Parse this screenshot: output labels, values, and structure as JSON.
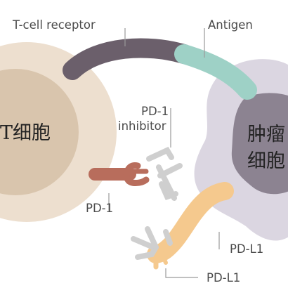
{
  "labels": {
    "t_cell_receptor": "T-cell receptor",
    "antigen": "Antigen",
    "pd1_inhibitor_line1": "PD-1",
    "pd1_inhibitor_line2": "inhibitor",
    "pd1": "PD-1",
    "pdl1_upper": "PD-L1",
    "pdl1_lower": "PD-L1"
  },
  "cells": {
    "t_cell": "T细胞",
    "tumor_cell_line1": "肿瘤",
    "tumor_cell_line2": "细胞"
  },
  "colors": {
    "t_cell": "#eddfcf",
    "t_cell_nucleus": "#d9c5ad",
    "tumor_cell": "#dbd6e1",
    "tumor_nucleus": "#8c8391",
    "tcr": "#6b5f6b",
    "antigen": "#9ed1c6",
    "pd1": "#b86d5c",
    "pdl1": "#f5c98e",
    "inhibitor": "#cfcfcf",
    "leader_line": "#9a9a9a"
  }
}
